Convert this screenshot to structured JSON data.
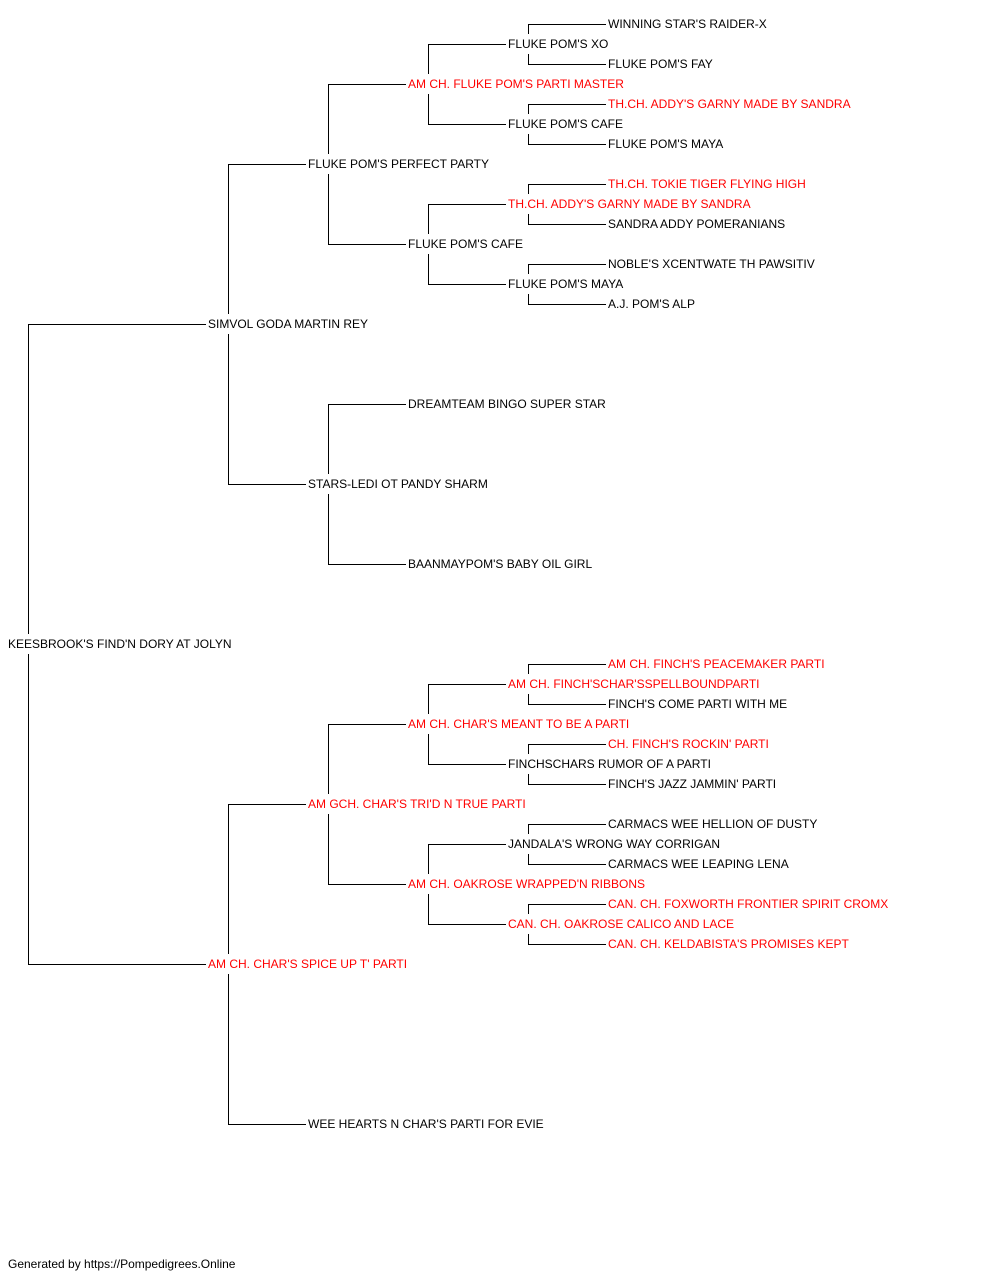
{
  "colors": {
    "champion": "#ff0000",
    "normal": "#000000",
    "line": "#000000"
  },
  "pedigree": {
    "name": "KEESBROOK'S FIND'N DORY AT JOLYN",
    "champion": false,
    "sire": {
      "name": "SIMVOL GODA MARTIN REY",
      "champion": false,
      "sire": {
        "name": "FLUKE POM'S PERFECT PARTY",
        "champion": false,
        "sire": {
          "name": "AM CH. FLUKE POM'S PARTI MASTER",
          "champion": true,
          "sire": {
            "name": "FLUKE POM'S XO",
            "champion": false,
            "sire": {
              "name": "WINNING STAR'S RAIDER-X",
              "champion": false
            },
            "dam": {
              "name": "FLUKE POM'S FAY",
              "champion": false
            }
          },
          "dam": {
            "name": "FLUKE POM'S CAFE",
            "champion": false,
            "sire": {
              "name": "TH.CH. ADDY'S GARNY MADE BY SANDRA",
              "champion": true
            },
            "dam": {
              "name": "FLUKE POM'S MAYA",
              "champion": false
            }
          }
        },
        "dam": {
          "name": "FLUKE POM'S CAFE",
          "champion": false,
          "sire": {
            "name": "TH.CH. ADDY'S GARNY MADE BY SANDRA",
            "champion": true,
            "sire": {
              "name": "TH.CH. TOKIE TIGER FLYING HIGH",
              "champion": true
            },
            "dam": {
              "name": "SANDRA ADDY POMERANIANS",
              "champion": false
            }
          },
          "dam": {
            "name": "FLUKE POM'S MAYA",
            "champion": false,
            "sire": {
              "name": "NOBLE'S XCENTWATE TH PAWSITIV",
              "champion": false
            },
            "dam": {
              "name": "A.J. POM'S ALP",
              "champion": false
            }
          }
        }
      },
      "dam": {
        "name": "STARS-LEDI OT PANDY SHARM",
        "champion": false,
        "sire": {
          "name": "DREAMTEAM BINGO SUPER STAR",
          "champion": false
        },
        "dam": {
          "name": "BAANMAYPOM'S BABY OIL GIRL",
          "champion": false
        }
      }
    },
    "dam": {
      "name": "AM CH. CHAR'S SPICE UP T' PARTI",
      "champion": true,
      "sire": {
        "name": "AM GCH. CHAR'S TRI'D N TRUE PARTI",
        "champion": true,
        "sire": {
          "name": "AM CH. CHAR'S MEANT TO BE A PARTI",
          "champion": true,
          "sire": {
            "name": "AM CH. FINCH'SCHAR'SSPELLBOUNDPARTI",
            "champion": true,
            "sire": {
              "name": "AM CH. FINCH'S PEACEMAKER PARTI",
              "champion": true
            },
            "dam": {
              "name": "FINCH'S COME PARTI WITH ME",
              "champion": false
            }
          },
          "dam": {
            "name": "FINCHSCHARS RUMOR OF A PARTI",
            "champion": false,
            "sire": {
              "name": "CH. FINCH'S ROCKIN' PARTI",
              "champion": true
            },
            "dam": {
              "name": "FINCH'S JAZZ JAMMIN' PARTI",
              "champion": false
            }
          }
        },
        "dam": {
          "name": "AM CH. OAKROSE WRAPPED'N RIBBONS",
          "champion": true,
          "sire": {
            "name": "JANDALA'S WRONG WAY CORRIGAN",
            "champion": false,
            "sire": {
              "name": "CARMACS WEE HELLION OF DUSTY",
              "champion": false
            },
            "dam": {
              "name": "CARMACS WEE LEAPING LENA",
              "champion": false
            }
          },
          "dam": {
            "name": "CAN. CH. OAKROSE CALICO AND LACE",
            "champion": true,
            "sire": {
              "name": "CAN. CH. FOXWORTH FRONTIER SPIRIT CROMX",
              "champion": true
            },
            "dam": {
              "name": "CAN. CH. KELDABISTA'S PROMISES KEPT",
              "champion": true
            }
          }
        }
      },
      "dam": {
        "name": "WEE HEARTS N CHAR'S PARTI FOR EVIE",
        "champion": false
      }
    }
  },
  "footer": "Generated by https://Pompedigrees.Online"
}
